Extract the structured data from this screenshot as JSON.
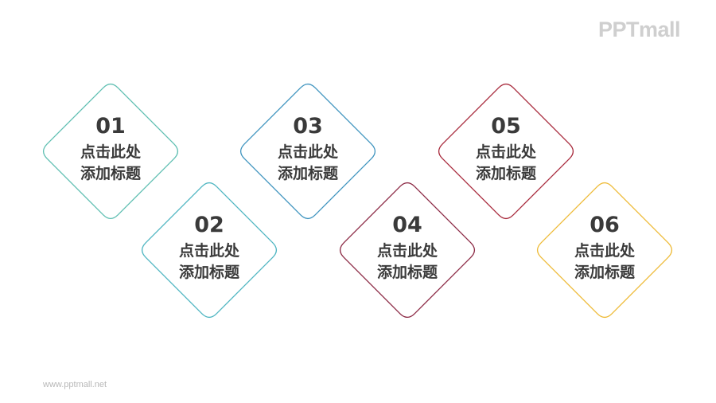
{
  "logo": {
    "text": "PPTmall"
  },
  "footer": {
    "url": "www.pptmall.net"
  },
  "items": [
    {
      "number": "01",
      "line1": "点击此处",
      "line2": "添加标题",
      "color": "#5fbfb2"
    },
    {
      "number": "02",
      "line1": "点击此处",
      "line2": "添加标题",
      "color": "#4fb6c2"
    },
    {
      "number": "03",
      "line1": "点击此处",
      "line2": "添加标题",
      "color": "#3f94bf"
    },
    {
      "number": "04",
      "line1": "点击此处",
      "line2": "添加标题",
      "color": "#8c2a45"
    },
    {
      "number": "05",
      "line1": "点击此处",
      "line2": "添加标题",
      "color": "#a82a3c"
    },
    {
      "number": "06",
      "line1": "点击此处",
      "line2": "添加标题",
      "color": "#eebb38"
    }
  ]
}
